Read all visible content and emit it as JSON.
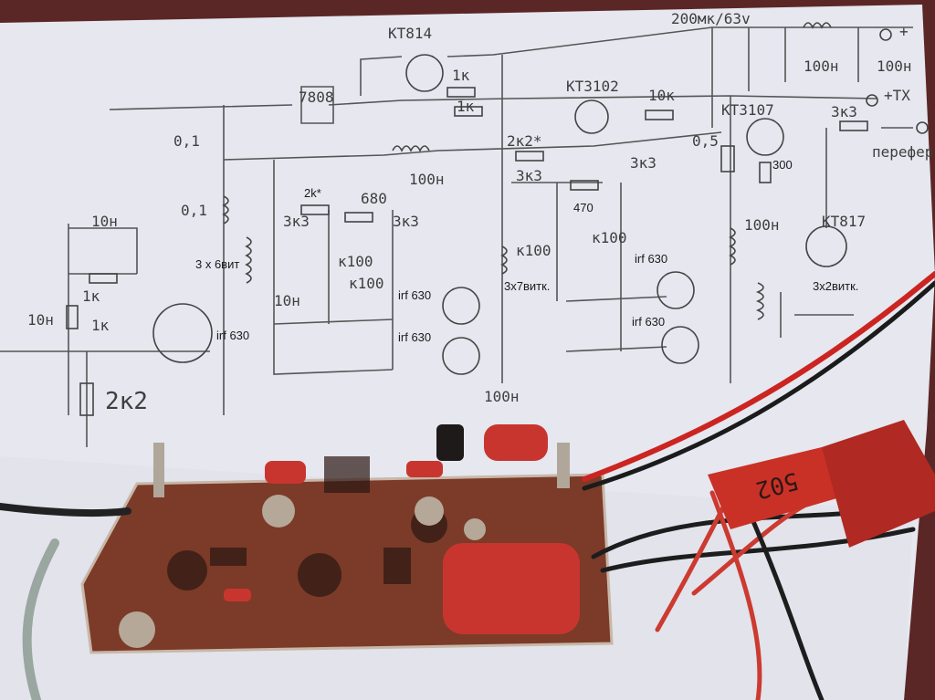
{
  "schematic": {
    "labels_hand": {
      "kt814": "КТ814",
      "cap_top": "200мк/63v",
      "plus": "+",
      "kt3102": "КТ3102",
      "r10k": "10к",
      "tx": "+TX",
      "kt3107": "КТ3107",
      "r3k3_top": "3к3",
      "r1k_a": "1к",
      "r1k_b": "1к",
      "reg7808": "7808",
      "c01_a": "0,1",
      "c01_b": "0,1",
      "c100n_a": "100н",
      "c100n_b": "100н",
      "r2k2star": "2к2*",
      "r3k3_a": "3к3",
      "r3k3_b": "3к3",
      "r3k3_c": "3к3",
      "r3k3_d": "3к3",
      "r680": "680",
      "k100_a": "к100",
      "k100_b": "к100",
      "k100_c": "к100",
      "k100_d": "к100",
      "c10n_a": "10н",
      "c10n_b": "10н",
      "r1k_left": "1к",
      "r1k_left2": "1к",
      "r2k2": "2к2",
      "c10n_left": "10н",
      "c100n_c": "100н",
      "c100n_d": "100н",
      "c100n_e": "100н",
      "r05": "0,5",
      "perefer": "перефер"
    },
    "labels_typed": {
      "turns6": "3 x 6вит",
      "r2kstar": "2k*",
      "irf_left": "irf 630",
      "irf_mid_top": "irf 630",
      "irf_mid_bot": "irf 630",
      "turns7": "3x7витк.",
      "r470": "470",
      "irf_right_top": "irf 630",
      "irf_right_bot": "irf 630",
      "r300": "300",
      "kt817": "КТ817",
      "turns2": "3x2витк."
    },
    "capacitor_body_text": "502"
  }
}
